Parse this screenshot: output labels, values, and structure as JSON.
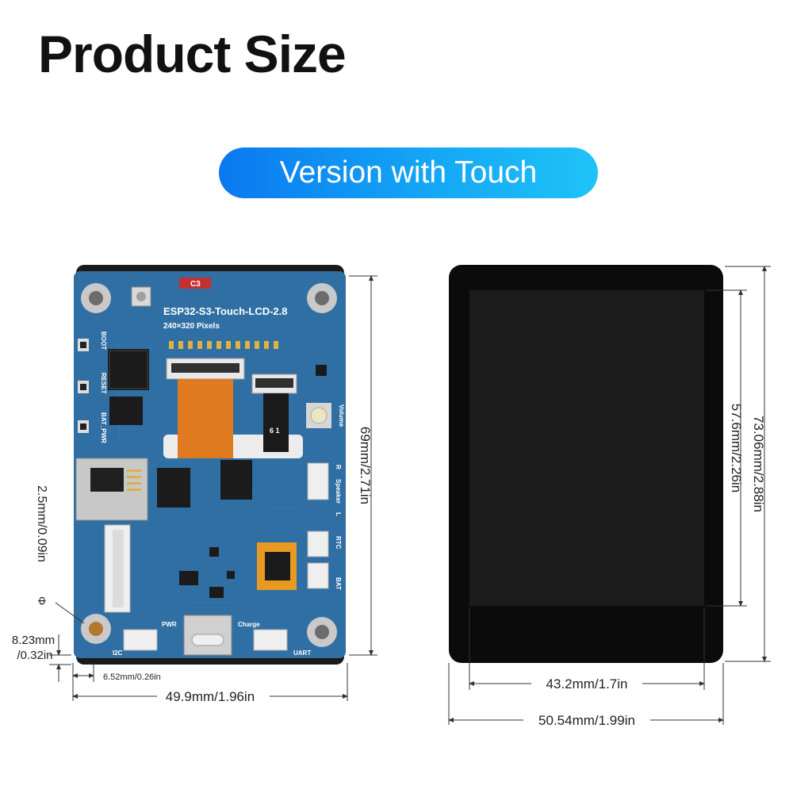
{
  "header": {
    "title": "Product Size"
  },
  "version_badge": {
    "label": "Version with Touch"
  },
  "board": {
    "model_label": "ESP32-S3-Touch-LCD-2.8",
    "resolution_label": "240×320 Pixels",
    "silkscreen": {
      "c3": "C3",
      "boot": "BOOT",
      "reset": "RESET",
      "bat_pwr": "BAT_PWR",
      "volume": "Volume",
      "speaker": "Speaker",
      "r": "R",
      "l": "L",
      "rtc": "RTC",
      "bat": "BAT",
      "pwr": "PWR",
      "charge": "Charge",
      "i2c": "I2C",
      "uart": "UART",
      "fpc_marks": "6 1"
    },
    "dimensions": {
      "height": "69mm/2.71in",
      "width": "49.9mm/1.96in",
      "hole_offset": "6.52mm/0.26in",
      "bottom_offset_line1": "8.23mm",
      "bottom_offset_line2": "/0.32in",
      "hole_diameter": "2.5mm/0.09in",
      "diameter_symbol": "Φ"
    }
  },
  "screen": {
    "dimensions": {
      "outer_height": "73.06mm/2.88in",
      "active_height": "57.6mm/2.26in",
      "active_width": "43.2mm/1.7in",
      "outer_width": "50.54mm/1.99in"
    }
  },
  "colors": {
    "pcb_blue": "#2f6fa3",
    "badge_start": "#0a78f0",
    "badge_end": "#1fc3f8",
    "screen_frame": "#0b0b0b",
    "screen_active": "#1c1c1c"
  }
}
